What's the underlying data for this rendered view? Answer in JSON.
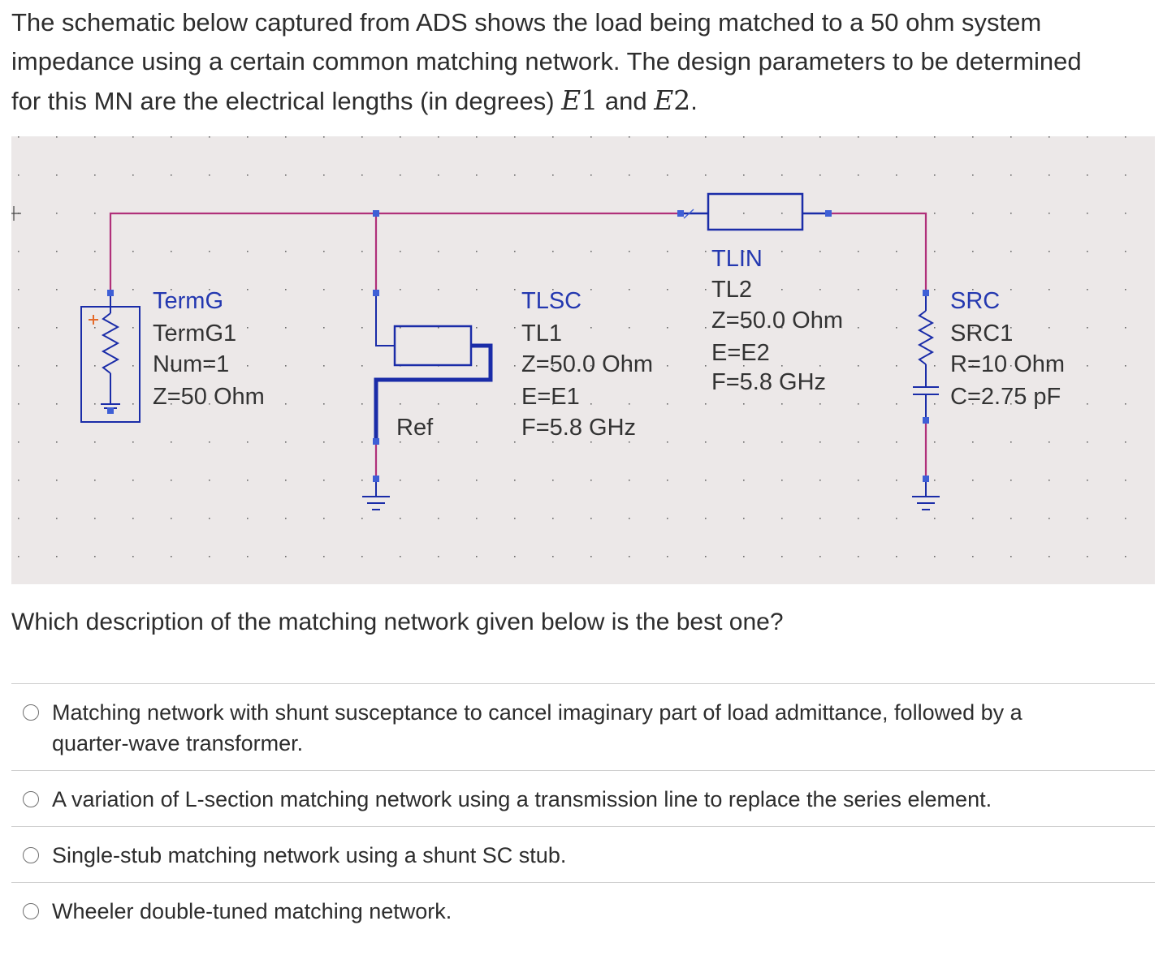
{
  "intro": {
    "line1": "The schematic below captured from ADS shows the load being matched to a 50 ohm system",
    "line2": "impedance using a certain common matching network.  The design parameters to be determined",
    "line3_pre": "for this MN are the electrical lengths (in degrees) ",
    "e1_letter": "E",
    "e1_num": "1",
    "and": " and ",
    "e2_letter": "E",
    "e2_num": "2",
    "end": "."
  },
  "schematic": {
    "term": [
      "TermG",
      "TermG1",
      "Num=1",
      "Z=50 Ohm"
    ],
    "ref": "Ref",
    "tlsc": [
      "TLSC",
      "TL1",
      "Z=50.0 Ohm",
      "E=E1",
      "F=5.8 GHz"
    ],
    "tlin": [
      "TLIN",
      "TL2",
      "Z=50.0 Ohm",
      "E=E2",
      "F=5.8 GHz"
    ],
    "src": [
      "SRC",
      "SRC1",
      "R=10 Ohm",
      "C=2.75 pF"
    ],
    "colors": {
      "background": "#ece8e8",
      "wire": "#b0307a",
      "component": "#1a2ca8",
      "pin": "#3e5fd6",
      "term_label": "#2438b0",
      "dot": "#6a6a6a",
      "plus": "#e46a2a"
    }
  },
  "question": "Which description of the matching network given below is the best one?",
  "options": [
    {
      "line1": "Matching network with shunt susceptance to cancel imaginary part of load admittance, followed by a",
      "line2": "quarter-wave transformer."
    },
    {
      "line1": "A variation of L-section matching network using a transmission line to replace the series element.",
      "line2": ""
    },
    {
      "line1": "Single-stub matching network using a shunt SC stub.",
      "line2": ""
    },
    {
      "line1": "Wheeler double-tuned matching network.",
      "line2": ""
    }
  ]
}
